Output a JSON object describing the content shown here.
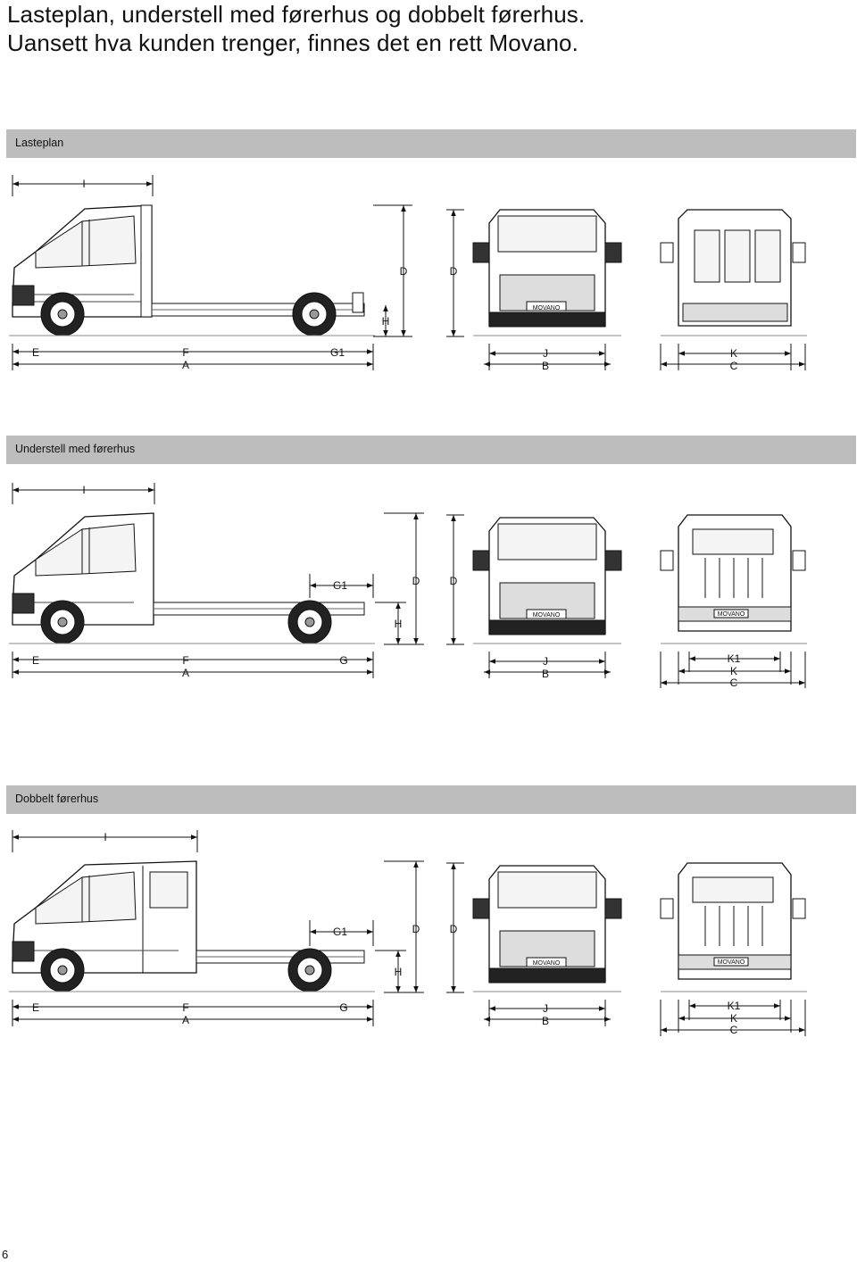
{
  "heading": {
    "line1": "Lasteplan, understell med førerhus og dobbelt førerhus.",
    "line2": "Uansett hva kunden trenger, finnes det en rett Movano."
  },
  "sections": [
    {
      "title": "Lasteplan",
      "side_labels": {
        "I": "I",
        "E": "E",
        "F": "F",
        "A": "A",
        "G": "G1",
        "H": "H",
        "D": "D"
      },
      "front_labels": {
        "D": "D",
        "J": "J",
        "B": "B",
        "badge": "MOVANO"
      },
      "rear_labels": {
        "K": "K",
        "C": "C"
      }
    },
    {
      "title": "Understell med førerhus",
      "side_labels": {
        "I": "I",
        "E": "E",
        "F": "F",
        "A": "A",
        "G": "G",
        "G1": "G1",
        "H": "H",
        "D": "D"
      },
      "front_labels": {
        "D": "D",
        "J": "J",
        "B": "B",
        "badge": "MOVANO"
      },
      "rear_labels": {
        "K1": "K1",
        "K": "K",
        "C": "C",
        "badge": "MOVANO"
      }
    },
    {
      "title": "Dobbelt førerhus",
      "side_labels": {
        "I": "I",
        "E": "E",
        "F": "F",
        "A": "A",
        "G": "G",
        "G1": "G1",
        "H": "H",
        "D": "D"
      },
      "front_labels": {
        "D": "D",
        "J": "J",
        "B": "B",
        "badge": "MOVANO"
      },
      "rear_labels": {
        "K1": "K1",
        "K": "K",
        "C": "C",
        "badge": "MOVANO"
      }
    }
  ],
  "page_number": "6"
}
